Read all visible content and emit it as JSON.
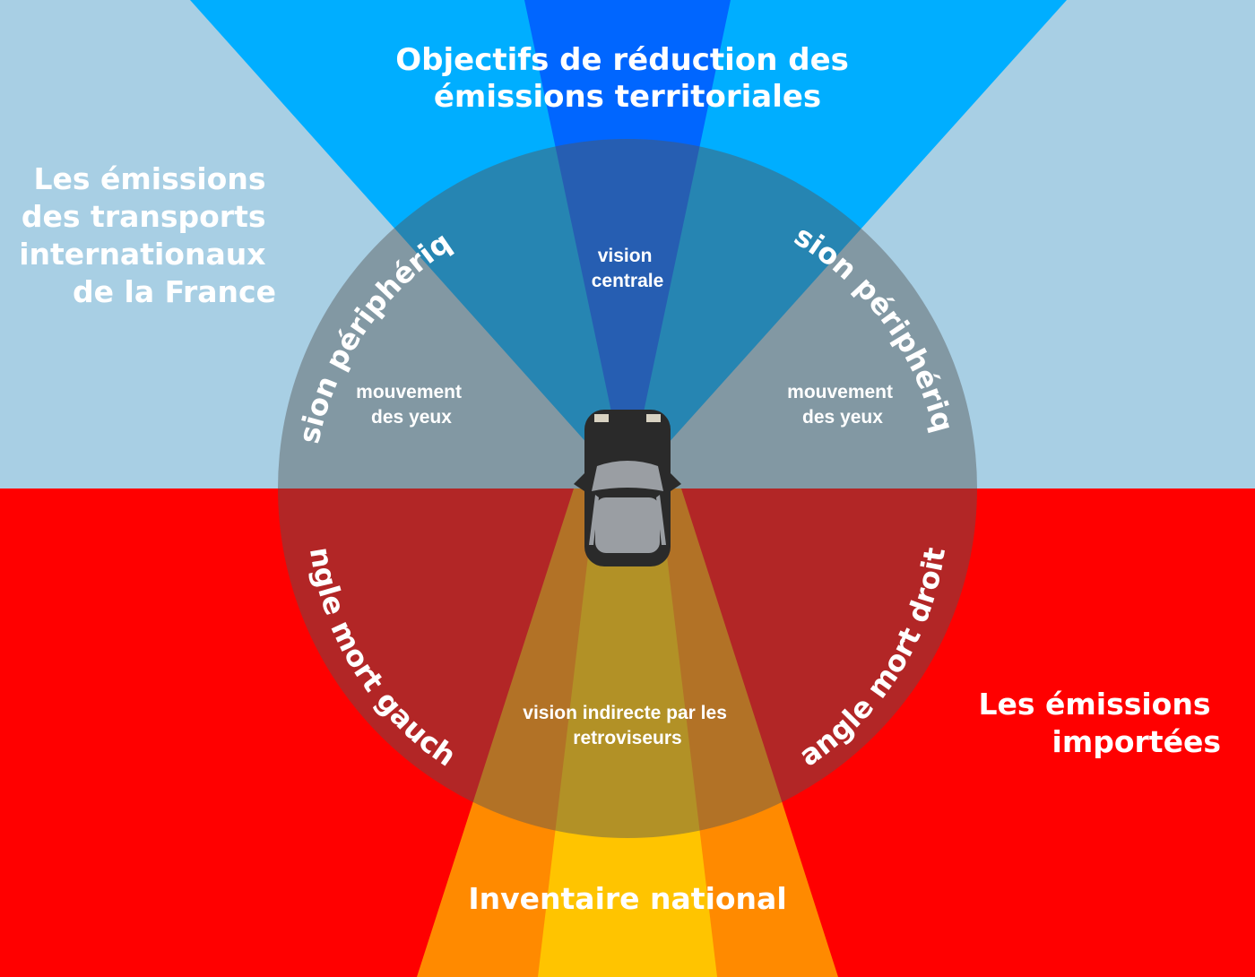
{
  "headings": {
    "top": [
      "Objectifs de réduction des",
      "émissions territoriales"
    ],
    "left": [
      "Les émissions",
      "des transports",
      "internationaux",
      "de la France"
    ],
    "right": [
      "Les émissions",
      "importées"
    ],
    "bottom": "Inventaire national"
  },
  "zones": {
    "central": [
      "vision",
      "centrale"
    ],
    "eyes_left": [
      "mouvement",
      "des yeux"
    ],
    "eyes_right": [
      "mouvement",
      "des yeux"
    ],
    "mirrors": [
      "vision indirecte par les",
      "retroviseurs"
    ]
  },
  "arc_labels": {
    "peripheral_left": "vision périphérique",
    "peripheral_right": "vision périphérique",
    "blind_left": "angle mort gauche",
    "blind_right": "angle mort droit"
  },
  "colors": {
    "top_background": "#a8cfe4",
    "bottom_background": "#ff0000",
    "wide_cone": "#00aeff",
    "narrow_cone": "#0066ff",
    "orange_cone": "#ff8a00",
    "yellow_cone": "#ffc400",
    "circle_overlay": "#555555",
    "car_body": "#2a2a2a",
    "car_glass": "#9a9ea3"
  },
  "icons": {
    "vehicle": "car-top-view-icon"
  }
}
